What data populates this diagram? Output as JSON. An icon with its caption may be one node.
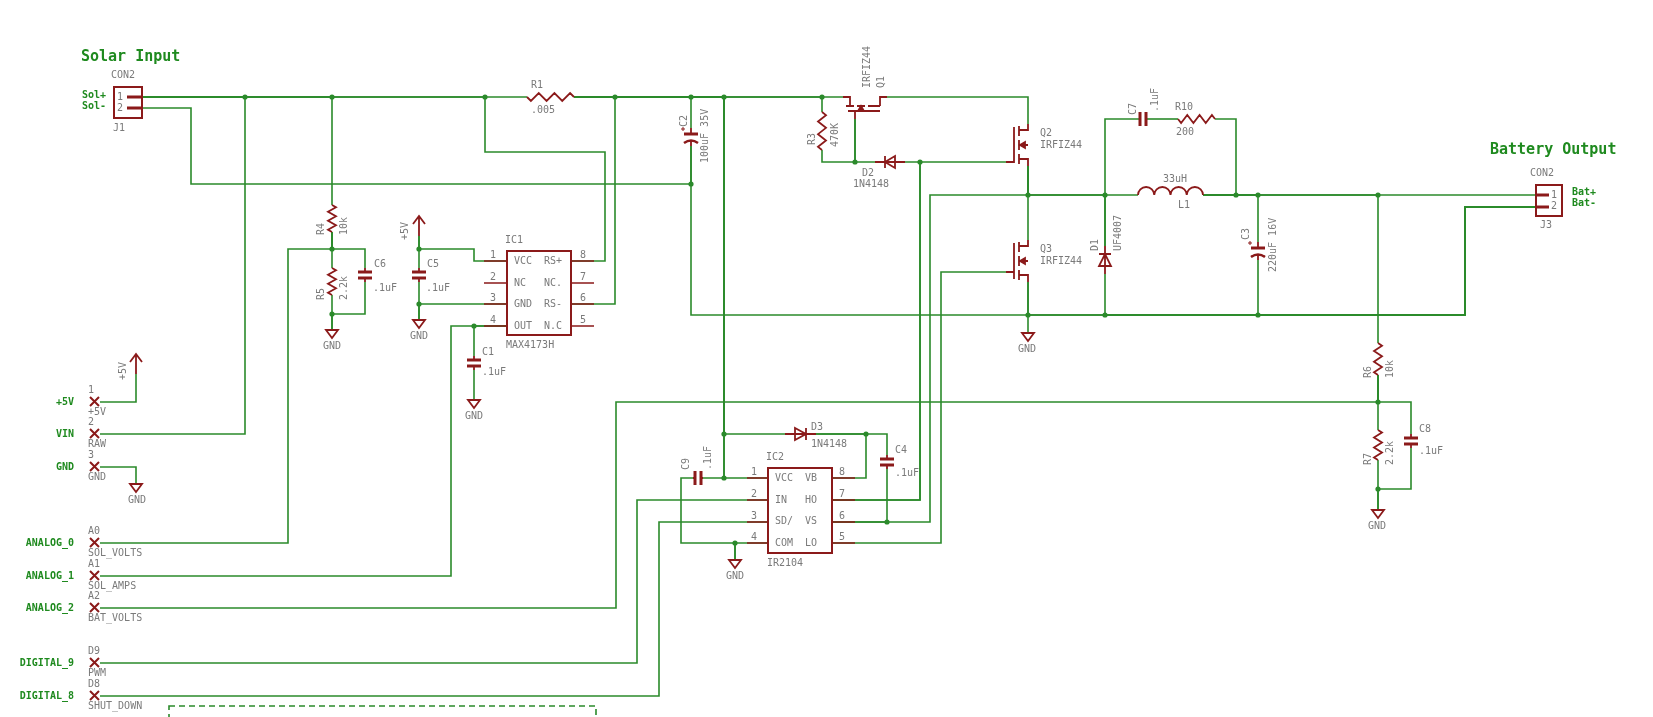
{
  "diagram": {
    "nodes": [
      {
        "text": [
          "CON2",
          "1",
          "2"
        ],
        "beside": [
          "Solar Input",
          "Sol+",
          "Sol-",
          "J1"
        ]
      },
      {
        "text": [
          "IC1",
          "VCC",
          "NC",
          "GND",
          "OUT",
          "RS+",
          "NC.",
          "RS-",
          "N.C"
        ],
        "beside": [
          "MAX4173H",
          "1",
          "2",
          "3",
          "4",
          "8",
          "7",
          "6",
          "5"
        ]
      },
      {
        "text": [
          "IC2",
          "VCC",
          "IN",
          "SD/",
          "COM",
          "VB",
          "HO",
          "VS",
          "LO"
        ],
        "beside": [
          "IR2104",
          "1",
          "2",
          "3",
          "4",
          "8",
          "7",
          "6",
          "5"
        ]
      },
      {
        "text": [
          "CON2",
          "1",
          "2"
        ],
        "beside": [
          "Battery Output",
          "Bat+",
          "Bat-",
          "J3"
        ]
      },
      {
        "text": [
          "+5V"
        ],
        "beside": [
          "1",
          "+5V"
        ]
      },
      {
        "text": [
          "VIN"
        ],
        "beside": [
          "2",
          "RAW"
        ]
      },
      {
        "text": [
          "GND"
        ],
        "beside": [
          "3",
          "GND"
        ]
      },
      {
        "text": [
          "ANALOG_0"
        ],
        "beside": [
          "A0",
          "SOL_VOLTS"
        ]
      },
      {
        "text": [
          "ANALOG_1"
        ],
        "beside": [
          "A1",
          "SOL_AMPS"
        ]
      },
      {
        "text": [
          "ANALOG_2"
        ],
        "beside": [
          "A2",
          "BAT_VOLTS"
        ]
      },
      {
        "text": [
          "DIGITAL_9"
        ],
        "beside": [
          "D9",
          "PWM"
        ]
      },
      {
        "text": [
          "DIGITAL_8"
        ],
        "beside": [
          "D8",
          "SHUT_DOWN"
        ]
      },
      {
        "text": [],
        "shape": "resistor",
        "beside": [
          "R1",
          ".005"
        ]
      },
      {
        "text": [],
        "shape": "capacitor",
        "beside": [
          "C2",
          "100uF 35V"
        ]
      },
      {
        "text": [],
        "shape": "transistor",
        "beside": [
          "IRFIZ44",
          "Q1"
        ]
      },
      {
        "text": [],
        "shape": "resistor",
        "beside": [
          "R3",
          "470K"
        ]
      },
      {
        "text": [],
        "shape": "diode",
        "beside": [
          "D2",
          "1N4148"
        ]
      },
      {
        "text": [],
        "shape": "transistor",
        "beside": [
          "Q2",
          "IRFIZ44"
        ]
      },
      {
        "text": [],
        "shape": "inductor",
        "beside": [
          "33uH",
          "L1"
        ]
      },
      {
        "text": [],
        "shape": "capacitor",
        "beside": [
          "C7",
          ".1uF"
        ]
      },
      {
        "text": [],
        "shape": "resistor",
        "beside": [
          "R10",
          "200"
        ]
      },
      {
        "text": [],
        "shape": "transistor",
        "beside": [
          "Q3",
          "IRFIZ44"
        ]
      },
      {
        "text": [],
        "shape": "diode",
        "beside": [
          "D1",
          "UF4007"
        ]
      },
      {
        "text": [],
        "shape": "capacitor",
        "beside": [
          "C3",
          "220uF 16V"
        ]
      },
      {
        "text": [],
        "shape": "ground",
        "beside": [
          "GND"
        ]
      },
      {
        "text": [],
        "shape": "resistor",
        "beside": [
          "R4",
          "10k"
        ]
      },
      {
        "text": [],
        "shape": "resistor",
        "beside": [
          "R5",
          "2.2k"
        ]
      },
      {
        "text": [],
        "shape": "capacitor",
        "beside": [
          "C6",
          ".1uF"
        ]
      },
      {
        "text": [],
        "shape": "ground",
        "beside": [
          "GND"
        ]
      },
      {
        "text": [],
        "shape": "arrow",
        "beside": [
          "+5V"
        ]
      },
      {
        "text": [],
        "shape": "capacitor",
        "beside": [
          "C5",
          ".1uF"
        ]
      },
      {
        "text": [],
        "shape": "ground",
        "beside": [
          "GND"
        ]
      },
      {
        "text": [],
        "shape": "capacitor",
        "beside": [
          "C1",
          ".1uF"
        ]
      },
      {
        "text": [],
        "shape": "ground",
        "beside": [
          "GND"
        ]
      },
      {
        "text": [],
        "shape": "resistor",
        "beside": [
          "R6",
          "10k"
        ]
      },
      {
        "text": [],
        "shape": "resistor",
        "beside": [
          "R7",
          "2.2k"
        ]
      },
      {
        "text": [],
        "shape": "capacitor",
        "beside": [
          "C8",
          ".1uF"
        ]
      },
      {
        "text": [],
        "shape": "ground",
        "beside": [
          "GND"
        ]
      },
      {
        "text": [],
        "shape": "diode",
        "beside": [
          "D3",
          "1N4148"
        ]
      },
      {
        "text": [],
        "shape": "capacitor",
        "beside": [
          "C9",
          ".1uF"
        ]
      },
      {
        "text": [],
        "shape": "capacitor",
        "beside": [
          "C4",
          ".1uF"
        ]
      },
      {
        "text": [],
        "shape": "ground",
        "beside": [
          "GND"
        ]
      },
      {
        "text": [],
        "shape": "arrow",
        "beside": [
          "+5V"
        ]
      },
      {
        "text": [],
        "shape": "ground",
        "beside": [
          "GND"
        ]
      }
    ],
    "edges": [
      {
        "from": 0,
        "to": 1,
        "arrow": "none"
      },
      {
        "from": 0,
        "to": 12,
        "arrow": "none"
      },
      {
        "from": 5,
        "to": 0,
        "arrow": "none"
      },
      {
        "from": 0,
        "to": 25,
        "arrow": "none"
      },
      {
        "from": 12,
        "to": 1,
        "arrow": "none"
      },
      {
        "from": 12,
        "to": 13,
        "arrow": "none"
      },
      {
        "from": 12,
        "to": 2,
        "arrow": "none"
      },
      {
        "from": 12,
        "to": 38,
        "arrow": "none"
      },
      {
        "from": 12,
        "to": 39,
        "arrow": "none"
      },
      {
        "from": 12,
        "to": 15,
        "arrow": "none"
      },
      {
        "from": 12,
        "to": 14,
        "arrow": "none"
      },
      {
        "from": 14,
        "to": 17,
        "arrow": "none"
      },
      {
        "from": 15,
        "to": 14,
        "arrow": "none"
      },
      {
        "from": 16,
        "to": 14,
        "arrow": "none"
      },
      {
        "from": 2,
        "to": 17,
        "arrow": "none"
      },
      {
        "from": 2,
        "to": 16,
        "arrow": "none"
      },
      {
        "from": 2,
        "to": 21,
        "arrow": "none"
      },
      {
        "from": 2,
        "to": 17,
        "arrow": "none"
      },
      {
        "from": 17,
        "to": 21,
        "arrow": "none"
      },
      {
        "from": 17,
        "to": 22,
        "arrow": "none"
      },
      {
        "from": 17,
        "to": 18,
        "arrow": "none"
      },
      {
        "from": 22,
        "to": 19,
        "arrow": "none"
      },
      {
        "from": 19,
        "to": 20,
        "arrow": "none"
      },
      {
        "from": 18,
        "to": 20,
        "arrow": "none"
      },
      {
        "from": 18,
        "to": 23,
        "arrow": "none"
      },
      {
        "from": 18,
        "to": 34,
        "arrow": "none"
      },
      {
        "from": 18,
        "to": 3,
        "arrow": "none"
      },
      {
        "from": 0,
        "to": 13,
        "arrow": "none"
      },
      {
        "from": 13,
        "to": 3,
        "arrow": "none"
      },
      {
        "from": 21,
        "to": 3,
        "arrow": "none"
      },
      {
        "from": 22,
        "to": 3,
        "arrow": "none"
      },
      {
        "from": 23,
        "to": 3,
        "arrow": "none"
      },
      {
        "from": 21,
        "to": 24,
        "arrow": "none"
      },
      {
        "from": 25,
        "to": 26,
        "arrow": "none"
      },
      {
        "from": 7,
        "to": 25,
        "arrow": "none"
      },
      {
        "from": 27,
        "to": 25,
        "arrow": "none"
      },
      {
        "from": 26,
        "to": 28,
        "arrow": "none"
      },
      {
        "from": 27,
        "to": 28,
        "arrow": "none"
      },
      {
        "from": 29,
        "to": 30,
        "arrow": "none"
      },
      {
        "from": 29,
        "to": 1,
        "arrow": "none"
      },
      {
        "from": 30,
        "to": 31,
        "arrow": "none"
      },
      {
        "from": 1,
        "to": 31,
        "arrow": "none"
      },
      {
        "from": 1,
        "to": 8,
        "arrow": "none"
      },
      {
        "from": 1,
        "to": 32,
        "arrow": "none"
      },
      {
        "from": 32,
        "to": 33,
        "arrow": "none"
      },
      {
        "from": 4,
        "to": 42,
        "arrow": "none"
      },
      {
        "from": 6,
        "to": 43,
        "arrow": "none"
      },
      {
        "from": 34,
        "to": 35,
        "arrow": "none"
      },
      {
        "from": 9,
        "to": 34,
        "arrow": "none"
      },
      {
        "from": 36,
        "to": 34,
        "arrow": "none"
      },
      {
        "from": 35,
        "to": 37,
        "arrow": "none"
      },
      {
        "from": 36,
        "to": 37,
        "arrow": "none"
      },
      {
        "from": 2,
        "to": 38,
        "arrow": "none"
      },
      {
        "from": 38,
        "to": 40,
        "arrow": "none"
      },
      {
        "from": 40,
        "to": 2,
        "arrow": "none"
      },
      {
        "from": 39,
        "to": 41,
        "arrow": "none"
      },
      {
        "from": 2,
        "to": 41,
        "arrow": "none"
      },
      {
        "from": 10,
        "to": 2,
        "arrow": "none"
      },
      {
        "from": 11,
        "to": 2,
        "arrow": "none"
      }
    ]
  }
}
